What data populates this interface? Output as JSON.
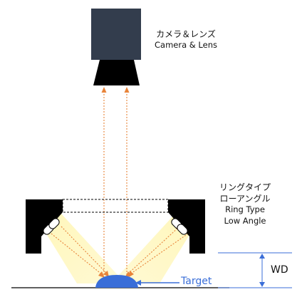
{
  "camera": {
    "label_jp": "カメラ＆レンズ",
    "label_en": "Camera & Lens",
    "body_color": "#333d4d"
  },
  "light": {
    "label_jp_line1": "リングタイプ",
    "label_jp_line2": "ローアングル",
    "label_en_line1": "Ring Type",
    "label_en_line2": "Low Angle"
  },
  "target": {
    "label": "Target",
    "color": "#3a6ed8"
  },
  "wd": {
    "label": "WD",
    "line_color": "#3a6ed8"
  },
  "colors": {
    "light_beam": "#fff2a8",
    "ray": "#e8843a"
  }
}
